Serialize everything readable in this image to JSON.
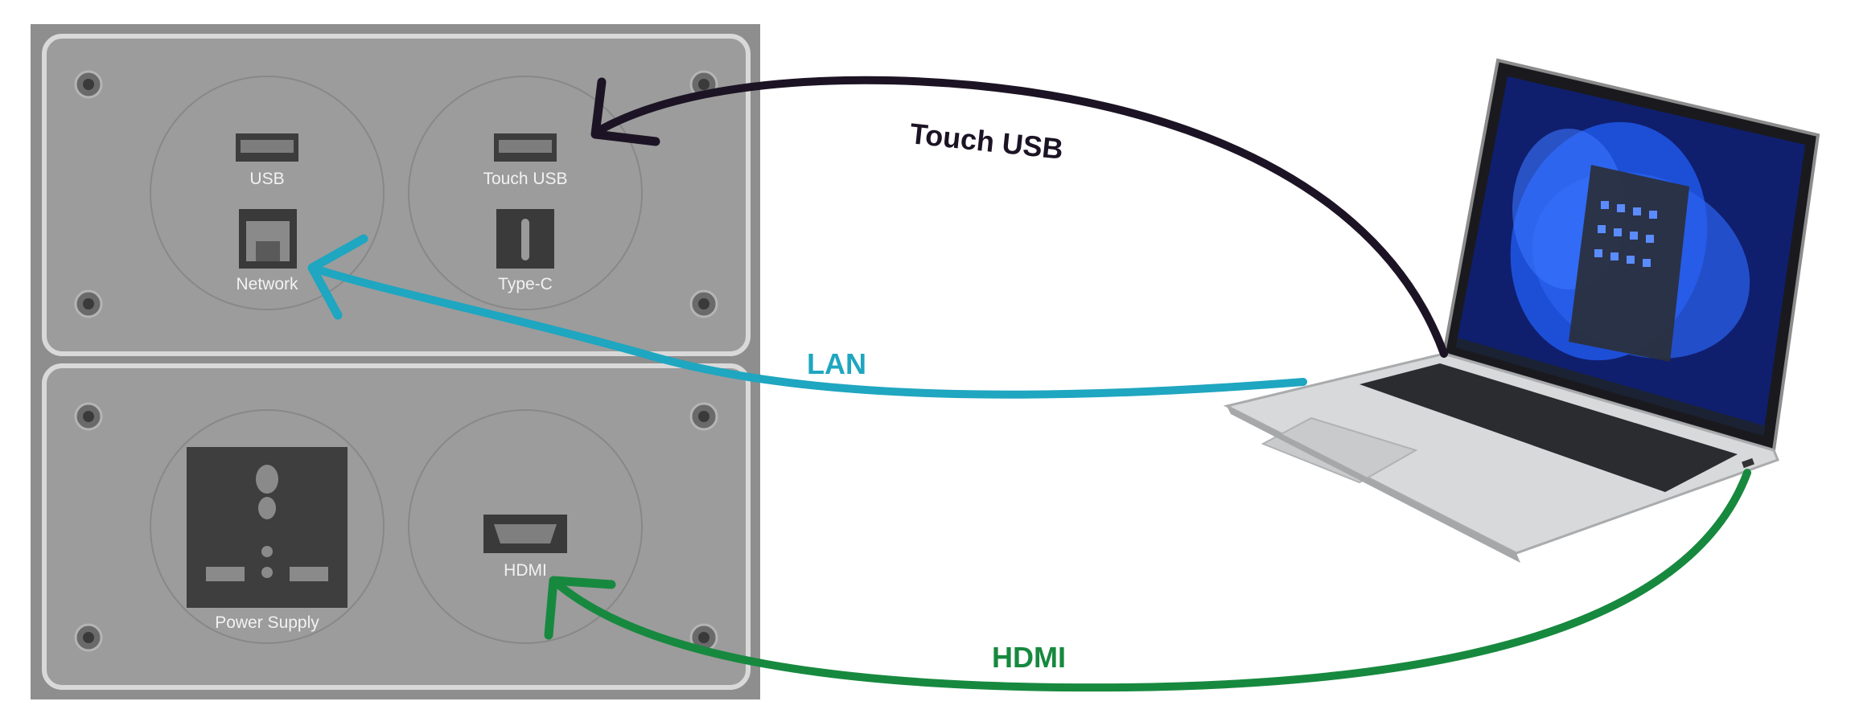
{
  "panel": {
    "ports": {
      "usb": "USB",
      "touch_usb": "Touch USB",
      "network": "Network",
      "type_c": "Type-C",
      "power_supply": "Power Supply",
      "hdmi": "HDMI"
    }
  },
  "cables": {
    "touch_usb": {
      "label": "Touch USB",
      "color": "#1c1424"
    },
    "lan": {
      "label": "LAN",
      "color": "#1fa6c0"
    },
    "hdmi": {
      "label": "HDMI",
      "color": "#17893f"
    }
  },
  "laptop": {
    "icon": "laptop-icon",
    "screen_colors": {
      "bezel": "#1a1a1e",
      "wallpaper": "#1a3fb8",
      "body": "#d8dadc"
    }
  }
}
